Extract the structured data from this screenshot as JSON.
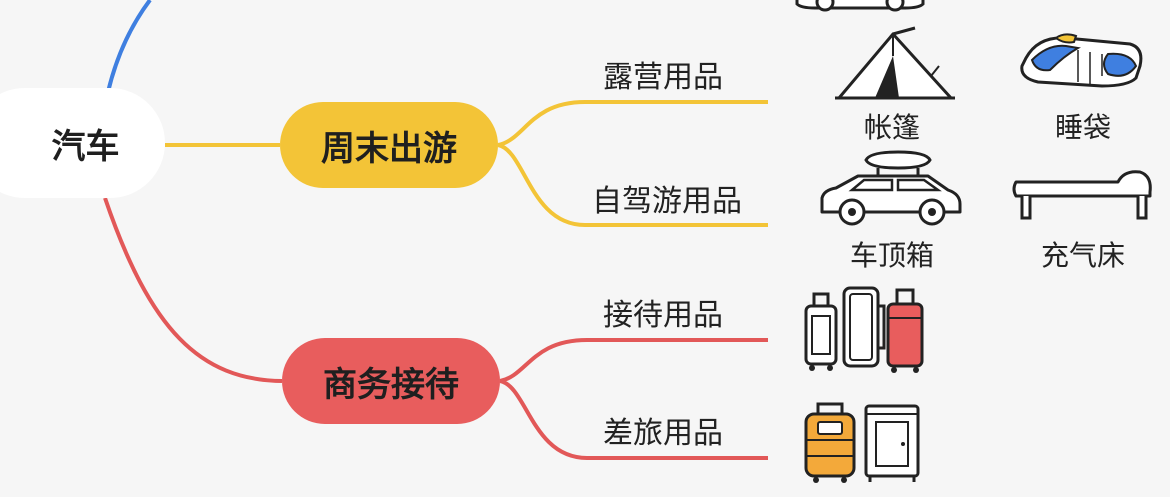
{
  "root": {
    "label": "汽车"
  },
  "branches": [
    {
      "label": "周末出游",
      "color": "#f3c437",
      "children": [
        {
          "label": "露营用品",
          "items": [
            "帐篷",
            "睡袋"
          ]
        },
        {
          "label": "自驾游用品",
          "items": [
            "车顶箱",
            "充气床"
          ]
        }
      ]
    },
    {
      "label": "商务接待",
      "color": "#e85d5d",
      "children": [
        {
          "label": "接待用品",
          "items": []
        },
        {
          "label": "差旅用品",
          "items": []
        }
      ]
    }
  ],
  "icons": {
    "top_car": "car-icon",
    "tent": "tent-icon",
    "sleeping_bag": "sleeping-bag-icon",
    "roof_box_car": "car-roof-box-icon",
    "air_bed": "air-bed-icon",
    "luggage_set": "luggage-set-icon",
    "suitcase_and_cabinet": "suitcase-cabinet-icon"
  }
}
